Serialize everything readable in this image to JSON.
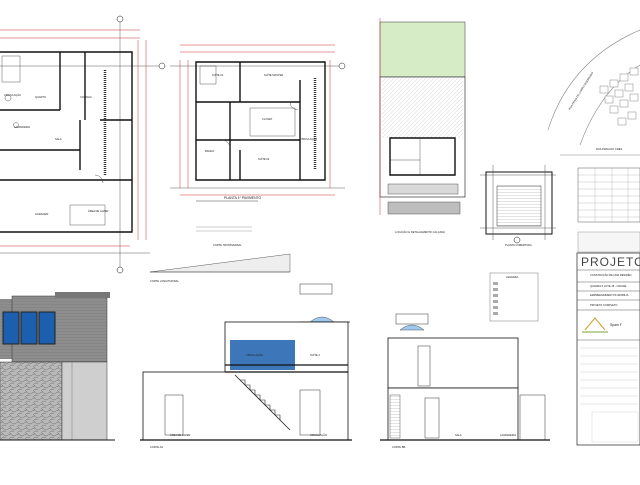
{
  "plans": {
    "ground_floor": {
      "rooms": [
        "CIRCULAÇÃO",
        "GARAGEM",
        "QUARTO",
        "SALA",
        "COZINHA",
        "LAVANDERIA",
        "ÁREA DE LAZER"
      ]
    },
    "upper_floor": {
      "title": "PLANTA 1º PAVIMENTO",
      "rooms": [
        "SUÍTE MASTER",
        "SUÍTE 01",
        "SUÍTE 02",
        "CIRCULAÇÃO",
        "BANHO",
        "CLOSET"
      ]
    },
    "site": {
      "title": "LOCAÇÃO E DETALHAMENTO CALÇADA"
    },
    "roof": {
      "title": "PLANTA COBERTURA"
    },
    "location": {
      "street_1": "RUA PRAIA DO CARRO QUEBRADO",
      "street_2": "RUA PRAIA DO CRES"
    }
  },
  "sections": {
    "transversal": "CORTE TRANSVERSAL",
    "longitudinal": "CORTE LONGITUDINAL",
    "aa": "CORTE AA",
    "bb": "CORTE BB",
    "labels": [
      "CIRCULAÇÃO",
      "SUÍTE 3",
      "ÁREA DE LAZER",
      "SALA",
      "LAVANDERIA",
      "CIRCULAÇÃO"
    ]
  },
  "legend": {
    "title": "LEGENDA"
  },
  "title_block": {
    "project_title": "PROJETO A",
    "rows": [
      "CONSTRUÇÃO DE UMA RESIDÊN",
      "QUADRA 6 LOTE 18 - CIDADE",
      "EMPREENDIMENTOS IMOBILIÁ",
      "PROJETO COMPLETO"
    ],
    "logo_text": "Spam F"
  },
  "colors": {
    "lawn": "#d6ecc6",
    "cladding": "#8a8a8a",
    "glass": "#1b5fae",
    "stone": "#b5b5b5",
    "pool": "#9fc9ee",
    "dim_red": "#cc3333"
  }
}
